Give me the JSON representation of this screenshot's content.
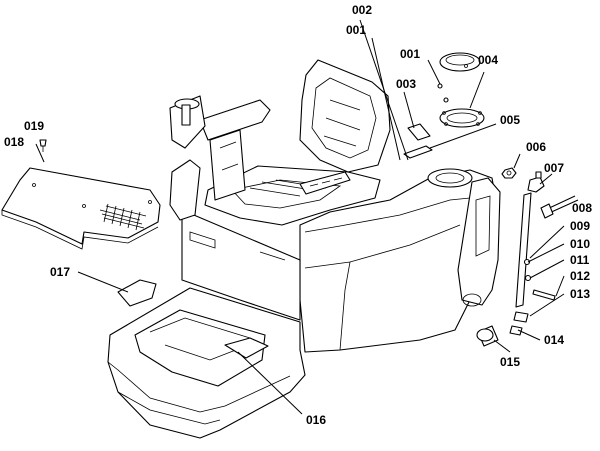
{
  "callouts": [
    {
      "id": "c002",
      "label": "002"
    },
    {
      "id": "c001a",
      "label": "001"
    },
    {
      "id": "c001b",
      "label": "001"
    },
    {
      "id": "c004",
      "label": "004"
    },
    {
      "id": "c003",
      "label": "003"
    },
    {
      "id": "c005",
      "label": "005"
    },
    {
      "id": "c006",
      "label": "006"
    },
    {
      "id": "c007",
      "label": "007"
    },
    {
      "id": "c008",
      "label": "008"
    },
    {
      "id": "c009",
      "label": "009"
    },
    {
      "id": "c010",
      "label": "010"
    },
    {
      "id": "c011",
      "label": "011"
    },
    {
      "id": "c012",
      "label": "012"
    },
    {
      "id": "c013",
      "label": "013"
    },
    {
      "id": "c014",
      "label": "014"
    },
    {
      "id": "c015",
      "label": "015"
    },
    {
      "id": "c016",
      "label": "016"
    },
    {
      "id": "c017",
      "label": "017"
    },
    {
      "id": "c018",
      "label": "018"
    },
    {
      "id": "c019",
      "label": "019"
    }
  ]
}
